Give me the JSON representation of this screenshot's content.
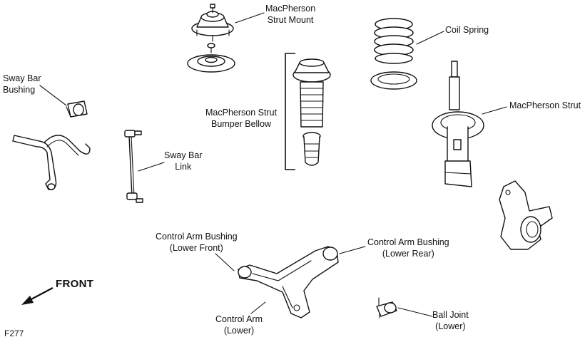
{
  "labels": {
    "strut_mount": [
      "MacPherson",
      "Strut Mount"
    ],
    "coil_spring": "Coil Spring",
    "sway_bar_bushing": [
      "Sway Bar",
      "Bushing"
    ],
    "bumper_bellow": [
      "MacPherson Strut",
      "Bumper Bellow"
    ],
    "macpherson_strut": "MacPherson Strut",
    "sway_bar_link": [
      "Sway Bar",
      "Link"
    ],
    "ca_bushing_front": [
      "Control Arm Bushing",
      "(Lower Front)"
    ],
    "ca_bushing_rear": [
      "Control Arm Bushing",
      "(Lower Rear)"
    ],
    "control_arm": [
      "Control Arm",
      "(Lower)"
    ],
    "ball_joint": [
      "Ball Joint",
      "(Lower)"
    ]
  },
  "front_label": "FRONT",
  "figure_code": "F277"
}
